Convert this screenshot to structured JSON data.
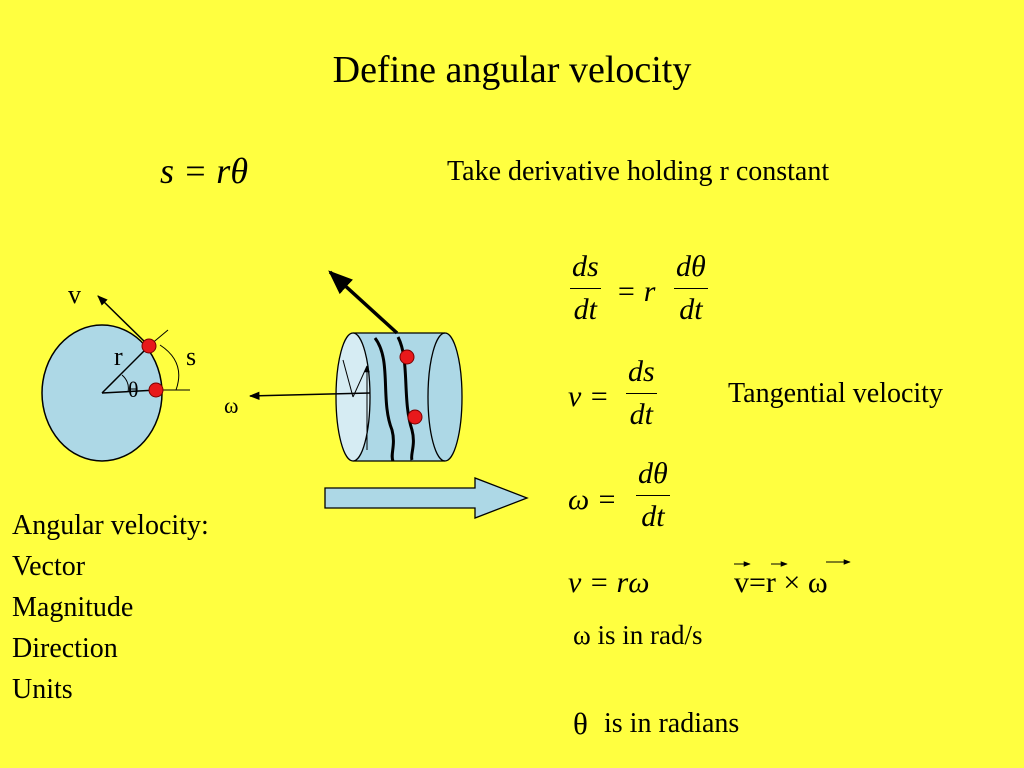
{
  "slide": {
    "title": "Define angular velocity",
    "top_equation": "s = rθ",
    "derivative_note": "Take derivative holding r constant"
  },
  "diagram": {
    "label_v": "v",
    "label_r": "r",
    "label_s": "s",
    "label_theta": "θ",
    "label_omega": "ω"
  },
  "equations": {
    "eq1": {
      "lhs_num": "ds",
      "lhs_den": "dt",
      "mid": "= r",
      "rhs_num": "dθ",
      "rhs_den": "dt"
    },
    "eq2": {
      "lhs": "v =",
      "num": "ds",
      "den": "dt",
      "note": "Tangential velocity"
    },
    "eq3": {
      "lhs": "ω =",
      "num": "dθ",
      "den": "dt"
    },
    "eq4": {
      "text": "v = rω",
      "cross": "v=r × ω"
    }
  },
  "units": {
    "omega_note": "ω is in rad/s",
    "theta_symbol": "θ",
    "theta_note": "is in radians"
  },
  "list": {
    "items": [
      "Angular velocity:",
      "Vector",
      "Magnitude",
      "Direction",
      "Units"
    ]
  },
  "colors": {
    "background": "#FFFF40",
    "disk": "#ADD8E6",
    "point": "#E8191B"
  }
}
